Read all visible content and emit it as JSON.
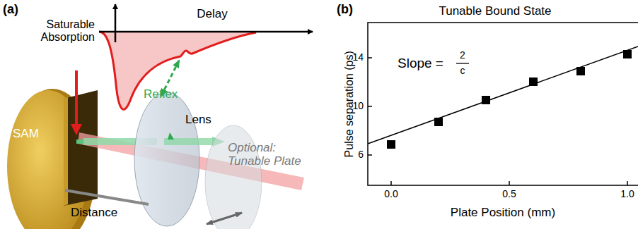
{
  "diagram": {
    "labels": [
      "(a)",
      "Delay",
      "Saturable Absorption",
      "Reflex",
      "SAM",
      "Lens",
      "Optional: Tunable Plate",
      "Distance",
      "(b)",
      "Tunable Bound State",
      "14",
      "10",
      "6",
      "Slope =",
      "2",
      "c",
      "0.0",
      "0.5",
      "1.0",
      "Pulse separation (ps)",
      "Plate Position (mm)"
    ]
  }
}
